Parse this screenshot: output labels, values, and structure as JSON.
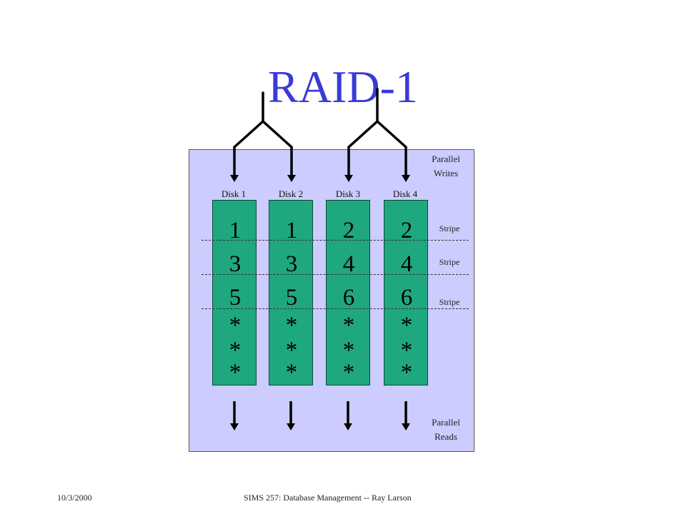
{
  "title": "RAID-1",
  "labels": {
    "parallel_writes": [
      "Parallel",
      "Writes"
    ],
    "parallel_reads": [
      "Parallel",
      "Reads"
    ],
    "stripe": "Stripe"
  },
  "disks": [
    {
      "label": "Disk 1",
      "cells": [
        "1",
        "3",
        "5",
        "*",
        "*",
        "*"
      ]
    },
    {
      "label": "Disk 2",
      "cells": [
        "1",
        "3",
        "5",
        "*",
        "*",
        "*"
      ]
    },
    {
      "label": "Disk 3",
      "cells": [
        "2",
        "4",
        "6",
        "*",
        "*",
        "*"
      ]
    },
    {
      "label": "Disk 4",
      "cells": [
        "2",
        "4",
        "6",
        "*",
        "*",
        "*"
      ]
    }
  ],
  "footer": {
    "date": "10/3/2000",
    "course": "SIMS 257: Database Management -- Ray Larson"
  }
}
